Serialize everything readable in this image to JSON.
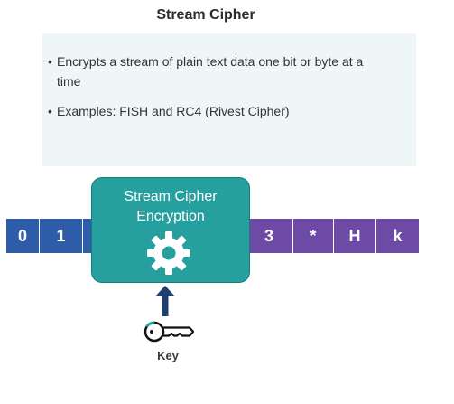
{
  "title": "Stream Cipher",
  "info": {
    "bullets": [
      "Encrypts a stream of plain text data one bit or byte at a time",
      "Examples: FISH and RC4 (Rivest Cipher)"
    ]
  },
  "input_stream": [
    "0",
    "1"
  ],
  "output_stream": [
    "3",
    "*",
    "H",
    "k"
  ],
  "encryption_box": {
    "line1": "Stream Cipher",
    "line2": "Encryption"
  },
  "key_label": "Key",
  "colors": {
    "input_blue": "#2e5ca8",
    "output_purple": "#6c4aa6",
    "encryption_teal": "#25a09f",
    "info_bg": "#eef6f7",
    "arrow_navy": "#1f3f6e"
  },
  "icons": {
    "gear": "gear-icon",
    "key": "key-icon",
    "arrow": "arrow-up-icon"
  }
}
